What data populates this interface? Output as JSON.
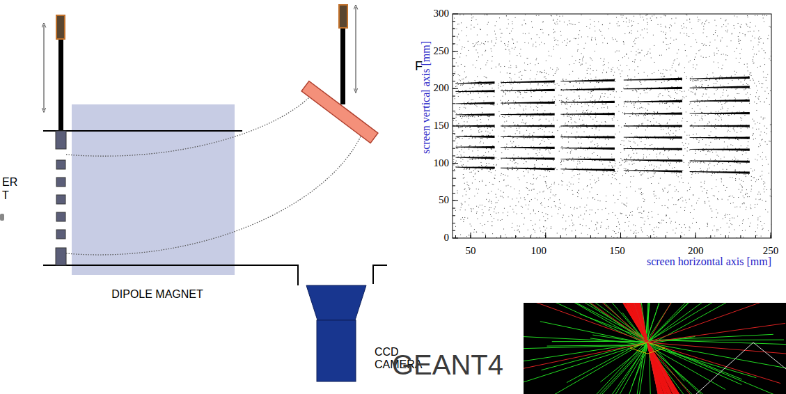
{
  "diagram": {
    "labels": [
      "ER",
      "T",
      "DIPOLE MAGNET",
      "CCD CAMERA",
      "F",
      "300",
      "250",
      "200",
      "150",
      "100",
      "50",
      "0",
      "screen vertical axis [mm]",
      "50",
      "100",
      "150",
      "200",
      "250",
      "screen horizontal axis [mm]",
      "GEANT4"
    ]
  }
}
